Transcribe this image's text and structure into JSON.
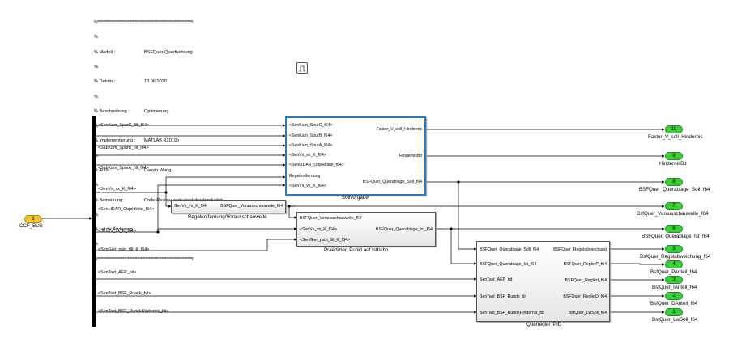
{
  "header": {
    "stars_top": "%*********************************************************************************\\",
    "stars_bottom": "%*********************************************************************************/",
    "rows": [
      {
        "key": "% Modell :",
        "value": "BSFQuer-Querfuehrung"
      },
      {
        "key": "% Datum :",
        "value": "13.06.2020"
      },
      {
        "key": "% Beschreibung :",
        "value": "Optimierung"
      },
      {
        "key": "% Implementierung :",
        "value": "MATLAB R2019b"
      },
      {
        "key": "% Autor :",
        "value": "Daoyin Wang"
      },
      {
        "key": "% Bemerkung :",
        "value": "Code-Review noch nicht durchgefuehrt"
      },
      {
        "key": "% Letzte Änderung :",
        "value": ""
      }
    ],
    "spacer": "%"
  },
  "inport": {
    "number": "1",
    "name": "CCF_BUS"
  },
  "bus_signals": [
    "<SenKam_SpurC_filt_f64>",
    "<SabKam_SpurB_filt_f64>",
    "<SabKam_SpurA_filt_f64>",
    "<SenVx_sx_K_f64>",
    "<SenLIDAR_Objektliste_f64>",
    "<SenVx_vx_K_f64>",
    "<SenGier_psip_filt_K_f64>",
    "<SenTast_AEP_bit>",
    "<SenTast_BSF_Rundk_bit>",
    "<SenTast_BSF_RundkHindernis_bit>"
  ],
  "blocks": {
    "sollvorgabe": {
      "name": "Sollvorgabe",
      "inputs": [
        "<SenKam_SpurC_f64>",
        "<SenKam_SpurB_f64>",
        "<SenKam_SpurA_f64>",
        "<SenVx_sx_K_f64>",
        "<SenLIDAR_Objektliste_f64>",
        "Regelentfernung",
        "<SenVx_vx_K_f64>"
      ],
      "outputs": [
        "Faktor_V_soll_Hindernis",
        "HindernisBit",
        "BSFQuer_Querablage_Soll_f64"
      ]
    },
    "regelentfernung": {
      "name": "Regelentfernung/Vorausschauweite",
      "inputs": [
        "SenVx_vx_K_f64"
      ],
      "outputs": [
        "BSFQuer_Vorausschauweite_f64"
      ]
    },
    "praediziert": {
      "name": "Praediziert Punkt auf Istbahn",
      "inputs": [
        "BSFQuer_Vorausschauweite_f64",
        "<SenVx_vx_K_f64>",
        "<SenGier_psip_filt_K_f64>"
      ],
      "outputs": [
        "BSFQuer_Querablage_Ist_f64"
      ]
    },
    "pid": {
      "name": "Querregler_PID",
      "inputs": [
        "BSFQuer_Querablage_Soll_f64",
        "BSFQuer_Querablage_Ist_f64",
        "SenTast_AEP_bit",
        "SenTast_BSF_Rundk_bit",
        "SenTast_BSF_RundkHindernis_bit"
      ],
      "outputs": [
        "BSFQuer_Regelabweichung",
        "BSFQuer_ReglerP_f64",
        "BSFQuer_ReglerI_f64",
        "BSFQuer_ReglerD_f64",
        "BsfQuer_LwSoll_f64"
      ]
    }
  },
  "outports": [
    {
      "number": "10",
      "name": "Faktor_V_soll_Hindernis"
    },
    {
      "number": "9",
      "name": "HindernisBit"
    },
    {
      "number": "8",
      "name": "BSFQuer_Querablage_Soll_f64"
    },
    {
      "number": "7",
      "name": "BsfQuer_Vorausschauweite_f64"
    },
    {
      "number": "6",
      "name": "BSFQuer_Querablage_Ist_f64"
    },
    {
      "number": "5",
      "name": "BsfQuer_Regelabweichung_f64"
    },
    {
      "number": "4",
      "name": "BsfQuer_PAnteil_f64"
    },
    {
      "number": "3",
      "name": "BsfQuer_IAnteil_f64"
    },
    {
      "number": "2",
      "name": "BsfQuer_DAnteil_f64"
    },
    {
      "number": "1",
      "name": "BsfQuer_LwSoll_f64"
    }
  ],
  "colors": {
    "selection": "#2e79b8",
    "outport": "#3ccc3c",
    "inport": "#f2c531"
  }
}
